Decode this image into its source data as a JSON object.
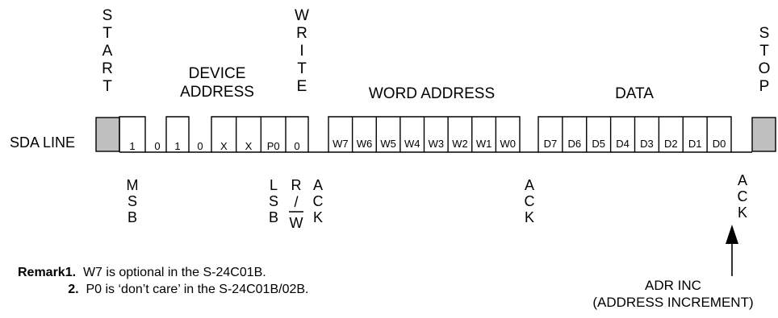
{
  "sda_label": "SDA LINE",
  "start_letters": [
    "S",
    "T",
    "A",
    "R",
    "T"
  ],
  "write_letters": [
    "W",
    "R",
    "I",
    "T",
    "E"
  ],
  "stop_letters": [
    "S",
    "T",
    "O",
    "P"
  ],
  "device_address": {
    "line1": "DEVICE",
    "line2": "ADDRESS",
    "bits": [
      "1",
      "0",
      "1",
      "0",
      "X",
      "X",
      "P0"
    ]
  },
  "rw_bit": "0",
  "word_address": {
    "title": "WORD ADDRESS",
    "bits": [
      "W7",
      "W6",
      "W5",
      "W4",
      "W3",
      "W2",
      "W1",
      "W0"
    ]
  },
  "data": {
    "title": "DATA",
    "bits": [
      "D7",
      "D6",
      "D5",
      "D4",
      "D3",
      "D2",
      "D1",
      "D0"
    ]
  },
  "msb_letters": [
    "M",
    "S",
    "B"
  ],
  "lsb_letters": [
    "L",
    "S",
    "B"
  ],
  "rw_labels": [
    "R",
    "/",
    "W"
  ],
  "ack_letters": [
    "A",
    "C",
    "K"
  ],
  "remarks": [
    {
      "label": "Remark1.",
      "text": "W7 is optional in the S-24C01B."
    },
    {
      "label": "2.",
      "text": "P0 is ‘don’t care’ in the S-24C01B/02B."
    }
  ],
  "adr_inc": {
    "line1": "ADR INC",
    "line2": "(ADDRESS INCREMENT)"
  }
}
